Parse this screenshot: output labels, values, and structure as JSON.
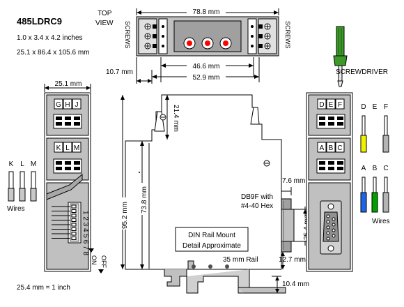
{
  "model": "485LDRC9",
  "size_in": "1.0 x 3.4 x 4.2 inches",
  "size_mm": "25.1 x 86.4 x 105.6 mm",
  "top_view_1": "TOP",
  "top_view_2": "VIEW",
  "dim_top_width": "78.8 mm",
  "dim_10_7": "10.7 mm",
  "dim_46_6": "46.6 mm",
  "dim_52_9": "52.9 mm",
  "screws": "SCREWS",
  "screwdriver": "SCREWDRIVER",
  "dim_25_1": "25.1 mm",
  "left_top_labels": [
    "G",
    "H",
    "J"
  ],
  "left_mid_labels": [
    "K",
    "L",
    "M"
  ],
  "wire_letters_left": [
    "K",
    "L",
    "M"
  ],
  "wires_left": "Wires",
  "dip_numbers": "1 2 3 4 5 6 7 8",
  "dip_on": "ON",
  "dip_off": "OFF",
  "inch_note": "25.4 mm = 1 inch",
  "dim_21_4": "21.4 mm",
  "dim_95_2": "95.2 mm",
  "dim_73_8": "73.8 mm",
  "db9_line1": "DB9F with",
  "db9_line2": "#4-40 Hex",
  "din_line1": "DIN Rail Mount",
  "din_line2": "Detail Approximate",
  "rail": "35 mm Rail",
  "dim_7_6": "7.6 mm",
  "dim_25_4": "25.4 mm",
  "dim_12_7": "12.7 mm",
  "dim_10_4": "10.4 mm",
  "right_top_labels": [
    "D",
    "E",
    "F"
  ],
  "right_mid_labels": [
    "A",
    "B",
    "C"
  ],
  "wire_letters_top": [
    "D",
    "E",
    "F"
  ],
  "wire_letters_bottom": [
    "A",
    "B",
    "C"
  ],
  "wires_right": "Wires",
  "colors": {
    "wire_yellow": "#f0f000",
    "wire_blue": "#1e64e6",
    "wire_green": "#00a000",
    "wire_gray": "#b4b4b4",
    "led_red": "#ff0000",
    "screwdriver_green": "#3c9a28",
    "panel_gray": "#c0c0c0"
  }
}
